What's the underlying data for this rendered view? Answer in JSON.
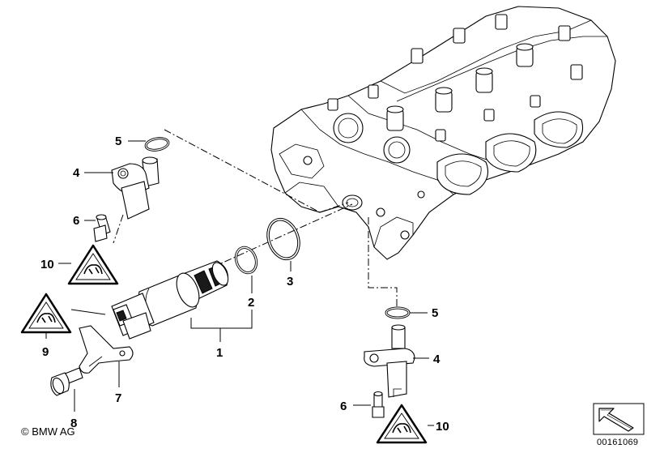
{
  "callouts": {
    "c1": "1",
    "c2": "2",
    "c3": "3",
    "c4a": "4",
    "c4b": "4",
    "c5a": "5",
    "c5b": "5",
    "c6a": "6",
    "c6b": "6",
    "c7": "7",
    "c8": "8",
    "c9": "9",
    "c10a": "10",
    "c10b": "10"
  },
  "footer": {
    "copyright": "© BMW AG",
    "document_number": "00161069"
  },
  "icons": {
    "warning": "warning-triangle-icon",
    "navigation": "arrow-icon"
  }
}
